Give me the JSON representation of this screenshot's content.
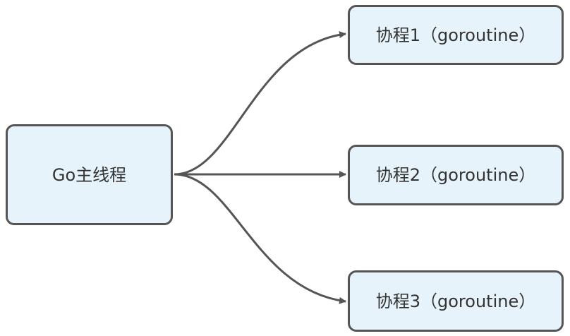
{
  "diagram": {
    "main_node": {
      "label": "Go主线程"
    },
    "children": [
      {
        "label": "协程1（goroutine）"
      },
      {
        "label": "协程2（goroutine）"
      },
      {
        "label": "协程3（goroutine）"
      }
    ],
    "colors": {
      "node_fill": "#e6f3fb",
      "stroke": "#555555",
      "text": "#333333"
    }
  }
}
